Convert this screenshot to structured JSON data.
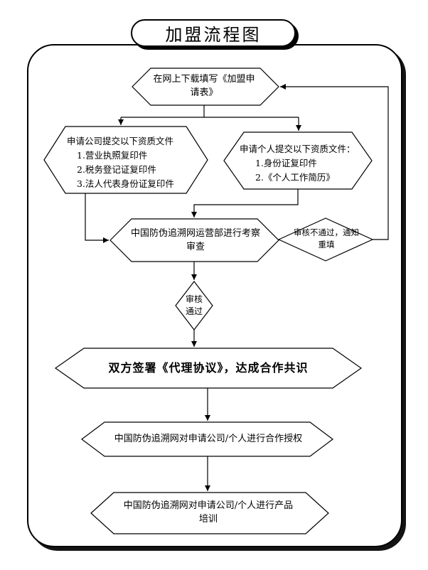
{
  "title": "加盟流程图",
  "nodes": {
    "download": "在网上下载填写《加盟申\n请表》",
    "company": {
      "title": "申请公司提交以下资质文件",
      "items": [
        "1.营业执照复印件",
        "2.税务登记证复印件",
        "3.法人代表身份证复印件"
      ]
    },
    "personal": {
      "title": "申请个人提交以下资质文件：",
      "items": [
        "1.身份证复印件",
        "2.《个人工作简历》"
      ]
    },
    "review": "中国防伪追溯网运营部进行考察\n审查",
    "reject": "审核不通过，通知\n重填",
    "pass": "审核\n通过",
    "agreement": "双方签署《代理协议》，达成合作共识",
    "authorize": "中国防伪追溯网对申请公司/个人进行合作授权",
    "training": "中国防伪追溯网对申请公司/个人进行产品\n培训"
  },
  "edges": [
    {
      "from": "download",
      "to": "company"
    },
    {
      "from": "download",
      "to": "personal"
    },
    {
      "from": "company",
      "to": "review"
    },
    {
      "from": "personal",
      "to": "review"
    },
    {
      "from": "review",
      "to": "reject"
    },
    {
      "from": "reject",
      "to": "download"
    },
    {
      "from": "review",
      "to": "pass"
    },
    {
      "from": "pass",
      "to": "agreement"
    },
    {
      "from": "agreement",
      "to": "authorize"
    },
    {
      "from": "authorize",
      "to": "training"
    }
  ],
  "colors": {
    "stroke": "#000000",
    "fill": "#ffffff",
    "shadow": "#141414"
  }
}
